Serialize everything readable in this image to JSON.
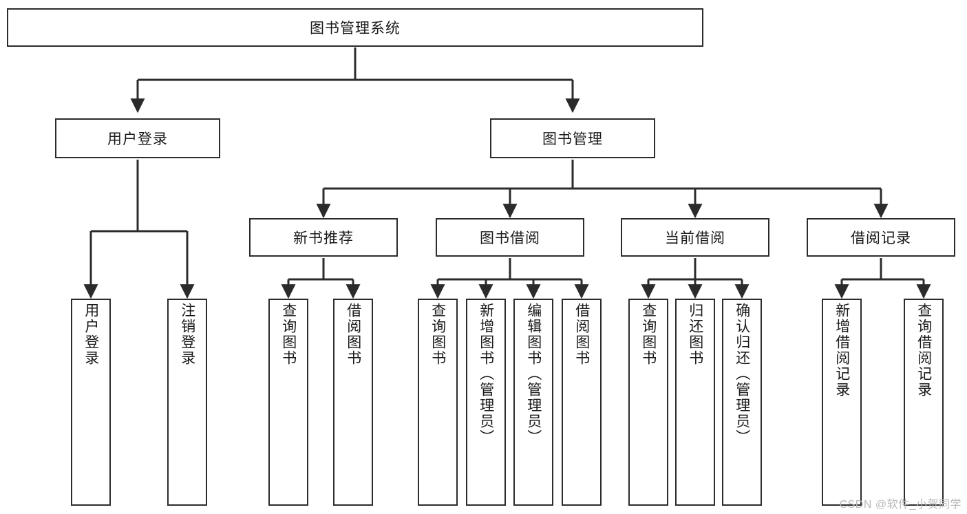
{
  "diagram": {
    "title": "图书管理系统",
    "type": "hierarchy-tree",
    "colors": {
      "box_border": "#2b2b2b",
      "box_fill": "#ffffff",
      "connector": "#2b2b2b",
      "text": "#1a1a1a",
      "watermark": "#b8b8b8"
    },
    "root": {
      "label": "图书管理系统"
    },
    "level1": [
      {
        "label": "用户登录"
      },
      {
        "label": "图书管理"
      }
    ],
    "level2": [
      {
        "label": "新书推荐"
      },
      {
        "label": "图书借阅"
      },
      {
        "label": "当前借阅"
      },
      {
        "label": "借阅记录"
      }
    ],
    "leaves": {
      "user_login": [
        {
          "label": "用户登录"
        },
        {
          "label": "注销登录"
        }
      ],
      "new_book_recommend": [
        {
          "label": "查询图书"
        },
        {
          "label": "借阅图书"
        }
      ],
      "book_borrow": [
        {
          "label": "查询图书"
        },
        {
          "label": "新增图书（管理员）"
        },
        {
          "label": "编辑图书（管理员）"
        },
        {
          "label": "借阅图书"
        }
      ],
      "current_borrow": [
        {
          "label": "查询图书"
        },
        {
          "label": "归还图书"
        },
        {
          "label": "确认归还（管理员）"
        }
      ],
      "borrow_record": [
        {
          "label": "新增借阅记录"
        },
        {
          "label": "查询借阅记录"
        }
      ]
    }
  },
  "watermark": {
    "text": "CSDN @软件_小贺同学"
  }
}
